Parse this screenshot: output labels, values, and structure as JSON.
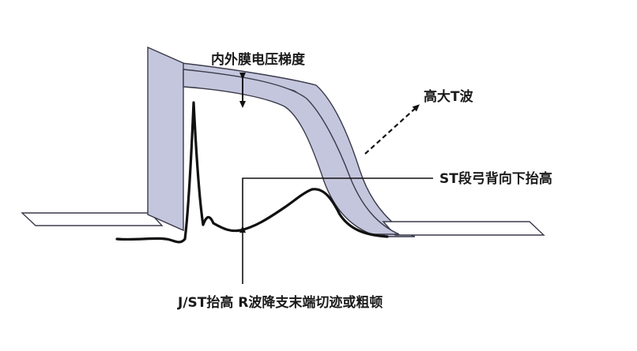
{
  "labels": {
    "gradient": "内外膜电压梯度",
    "tall_t": "高大T波",
    "st_elevation": "ST段弓背向下抬高",
    "bottom": "J/ST抬高 R波降支末端切迹或粗顿"
  },
  "colors": {
    "band_fill": "#c4c6dd",
    "band_stroke": "#3a3a4a",
    "line": "#111111",
    "background": "#ffffff"
  }
}
